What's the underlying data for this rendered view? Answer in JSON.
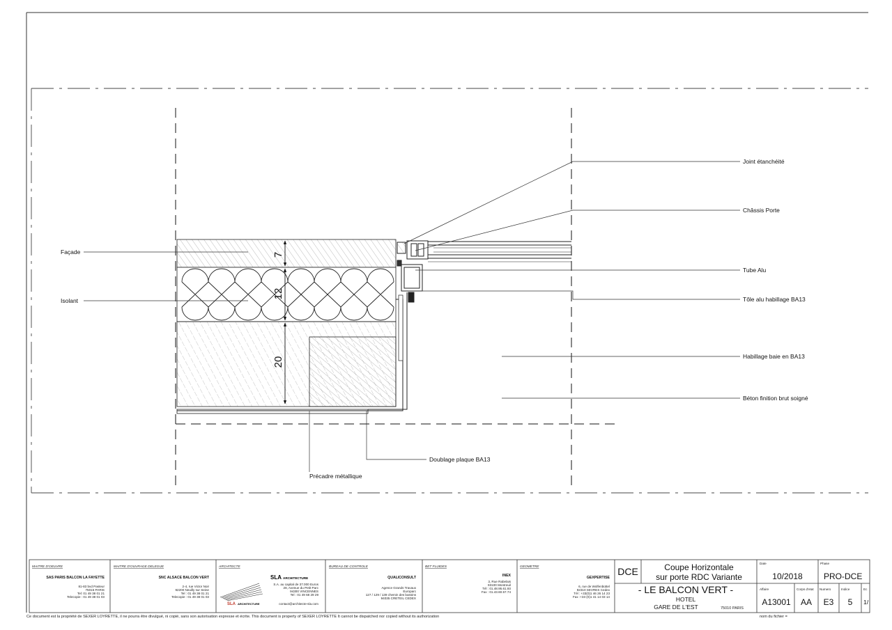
{
  "labels": {
    "facade": "Façade",
    "isolant": "Isolant",
    "joint": "Joint étanchéité",
    "chassis": "Châssis Porte",
    "tube": "Tube Alu",
    "tole": "Tôle alu habillage BA13",
    "habillage": "Habillage baie en BA13",
    "beton": "Béton finition brut soigné",
    "doublage": "Doublage plaque BA13",
    "precadre": "Précadre métallique"
  },
  "dimensions": {
    "d1": "7",
    "d2": "12",
    "d3": "20"
  },
  "cartouche": {
    "moe": {
      "header": "MAITRE D'OEUVRE",
      "name": "SAS PARIS BALCON LA FAYETTE",
      "addr1": "81-83 bvd Pasteur",
      "addr2": "75015 PARIS",
      "tel": "Tel: 01 49 38 01 21",
      "fax": "Telecopie : 01 49 38 01 03"
    },
    "mod": {
      "header": "MAITRE D'OUVRAGE DELEGUE",
      "name": "SNC ALSACE BALCON VERT",
      "addr1": "2-4, rue Victor Noir",
      "addr2": "92200 Neuilly sur Seine",
      "tel": "Tel : 01 49 38 01 21",
      "fax": "Telecopie : 01 49 38 01 03"
    },
    "arch": {
      "header": "ARCHITECTE",
      "brand": "SLA",
      "brand_suffix": "ARCHITECTURE",
      "line1": "S.A. au capital de 37.000 Euros",
      "line2": "28, Avenue du Petit Parc",
      "line3": "94300 VINCENNES",
      "tel": "Tel : 01 49 68 29 29",
      "contact": "contact@architecte-sla.com"
    },
    "bc": {
      "header": "BUREAU DE CONTROLE",
      "name": "QUALICONSULT",
      "line1": "Agence Grands Travaux",
      "line2": "Europarc",
      "line3": "127 / 129 / 139 chemin des bassins",
      "line4": "94035 CRETEIL CEDEX"
    },
    "bet": {
      "header": "BET FLUIDES",
      "name": "INEX",
      "line1": "3, Rue Rabelais",
      "line2": "93100 Montreuil",
      "tel": "Tél : 01.48.95.61.93",
      "fax": "Fax : 01.43.60.57.74"
    },
    "geo": {
      "header": "GEOMETRE",
      "name": "GEXPERTISE",
      "line1": "6, rue de Wolfenbüttel",
      "line2": "92310 SEVRES Cedex",
      "tel": "Tél : +33(0)1 46 26 14 23",
      "fax": "Fax :+33 (0)1 41 14 03 14"
    },
    "phase_code": "DCE",
    "title1": "Coupe Horizontale",
    "title2": "sur porte RDC Variante",
    "project": "- LE BALCON VERT -",
    "hotel": "HOTEL",
    "location": "GARE DE L'EST",
    "postcode": "75010 PARIS",
    "date_label": "Date",
    "date": "10/2018",
    "phase_label": "Phase",
    "phase": "PRO-DCE",
    "affaire_label": "Affaire",
    "affaire": "A13001",
    "corps_label": "Corps d'etat",
    "corps": "AA",
    "numero_label": "Numero",
    "numero": "E3",
    "indice_label": "Indice",
    "indice": "5",
    "extra_label": "Ec",
    "extra": "1/",
    "file_label": "nom du fichier ="
  },
  "footer": "Ce document est la propriété de SEXER LOYRETTE, il ne pourra être divulgué, ni copié, sans son autorisation expresse et écrite. This document is property of SEXER  LOYRETTE It cannot be dispatched nor copied without its authorization"
}
